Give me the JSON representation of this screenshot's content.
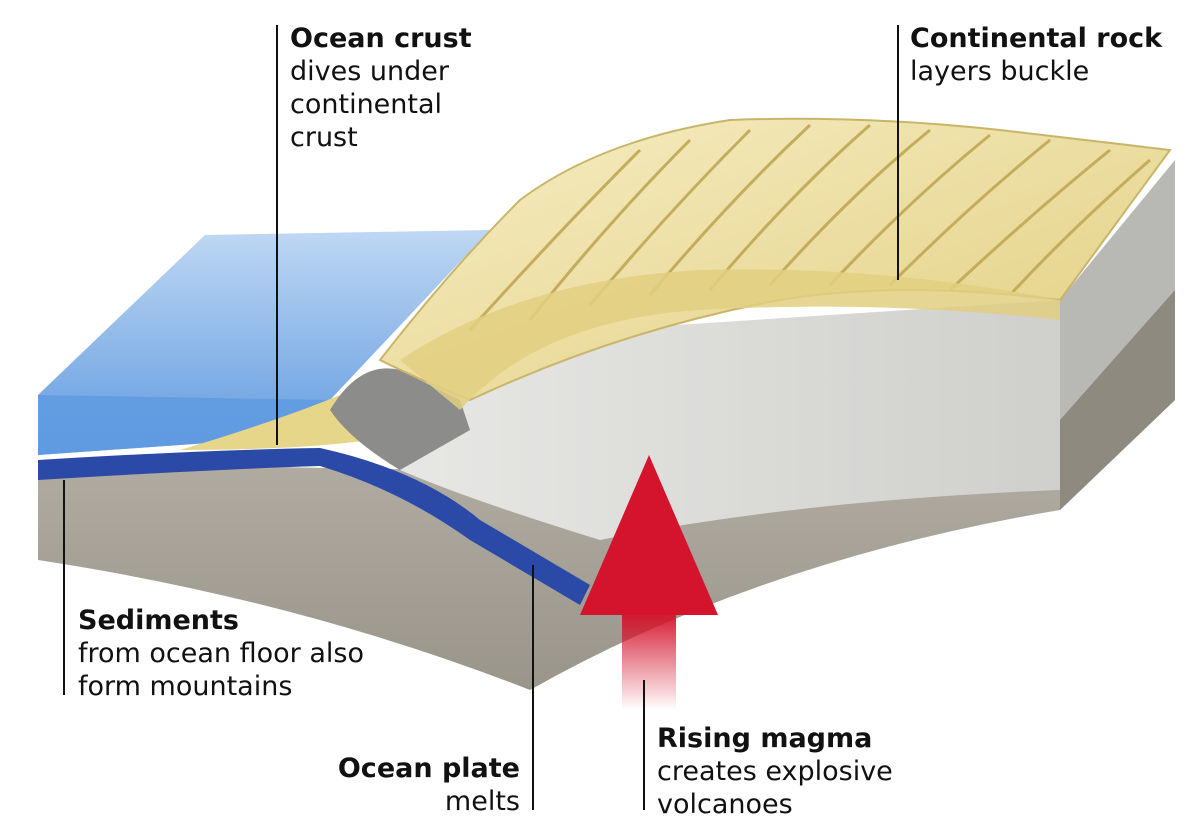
{
  "labels": {
    "ocean_crust": {
      "title": "Ocean crust",
      "desc": [
        "dives under",
        "continental",
        "crust"
      ]
    },
    "continental_rock": {
      "title": "Continental rock",
      "desc": [
        "layers buckle"
      ]
    },
    "sediments": {
      "title": "Sediments",
      "desc": [
        "from ocean floor also",
        "form mountains"
      ]
    },
    "ocean_plate": {
      "title": "Ocean plate",
      "desc": [
        "melts"
      ]
    },
    "rising_magma": {
      "title": "Rising magma",
      "desc": [
        "creates explosive",
        "volcanoes"
      ]
    }
  },
  "colors": {
    "ocean_water": "#7fb0e6",
    "ocean_plate": "#2b4aa8",
    "sediment": "#e6d68a",
    "continental_rock": "#efe1a4",
    "continental_crust": "#d9d9d6",
    "mantle": "#a9a49a",
    "magma_arrow": "#d4142c"
  }
}
